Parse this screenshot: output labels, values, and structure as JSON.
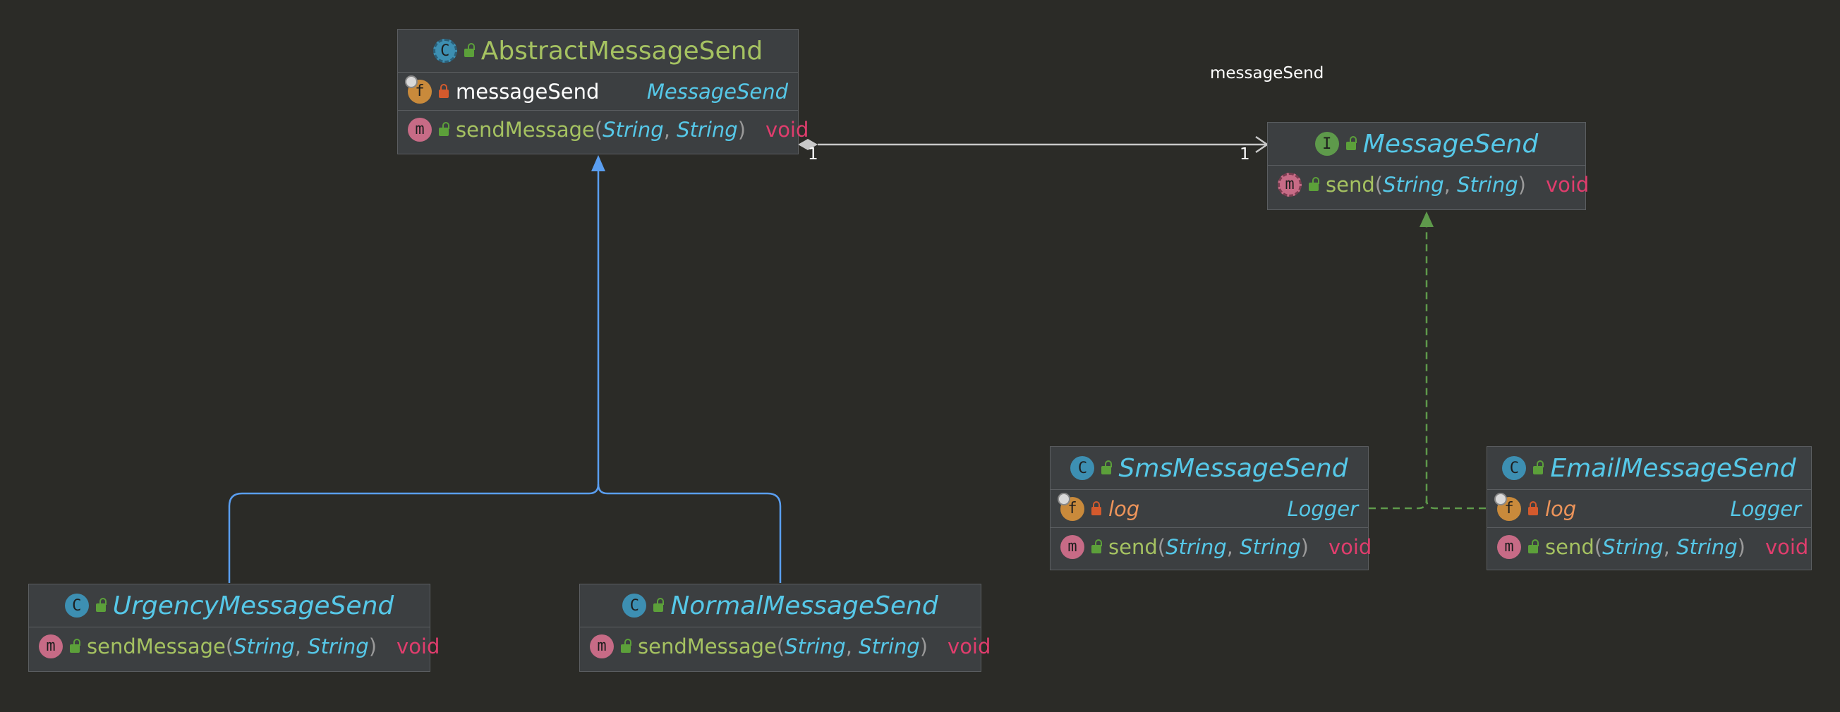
{
  "relation_label": "messageSend",
  "multiplicity_source": "1",
  "multiplicity_target": "1",
  "colors": {
    "background": "#2b2b27",
    "inheritance_edge": "#5a9ef0",
    "realization_edge": "#5e9a4b",
    "association_edge": "#c8c8c8"
  },
  "abstract_message_send": {
    "name": "AbstractMessageSend",
    "kind_icon": "C",
    "field": {
      "icon": "f",
      "name": "messageSend",
      "type": "MessageSend"
    },
    "method": {
      "icon": "m",
      "name": "sendMessage",
      "open": "(",
      "p1": "String",
      "sep": ", ",
      "p2": "String",
      "close": ")",
      "ret": "void"
    }
  },
  "message_send": {
    "name": "MessageSend",
    "kind_icon": "I",
    "method": {
      "icon": "m",
      "name": "send",
      "open": "(",
      "p1": "String",
      "sep": ", ",
      "p2": "String",
      "close": ")",
      "ret": "void"
    }
  },
  "urgency_message_send": {
    "name": "UrgencyMessageSend",
    "kind_icon": "C",
    "method": {
      "icon": "m",
      "name": "sendMessage",
      "open": "(",
      "p1": "String",
      "sep": ", ",
      "p2": "String",
      "close": ")",
      "ret": "void"
    }
  },
  "normal_message_send": {
    "name": "NormalMessageSend",
    "kind_icon": "C",
    "method": {
      "icon": "m",
      "name": "sendMessage",
      "open": "(",
      "p1": "String",
      "sep": ", ",
      "p2": "String",
      "close": ")",
      "ret": "void"
    }
  },
  "sms_message_send": {
    "name": "SmsMessageSend",
    "kind_icon": "C",
    "field": {
      "icon": "f",
      "name": "log",
      "type": "Logger"
    },
    "method": {
      "icon": "m",
      "name": "send",
      "open": "(",
      "p1": "String",
      "sep": ", ",
      "p2": "String",
      "close": ")",
      "ret": "void"
    }
  },
  "email_message_send": {
    "name": "EmailMessageSend",
    "kind_icon": "C",
    "field": {
      "icon": "f",
      "name": "log",
      "type": "Logger"
    },
    "method": {
      "icon": "m",
      "name": "send",
      "open": "(",
      "p1": "String",
      "sep": ", ",
      "p2": "String",
      "close": ")",
      "ret": "void"
    }
  }
}
